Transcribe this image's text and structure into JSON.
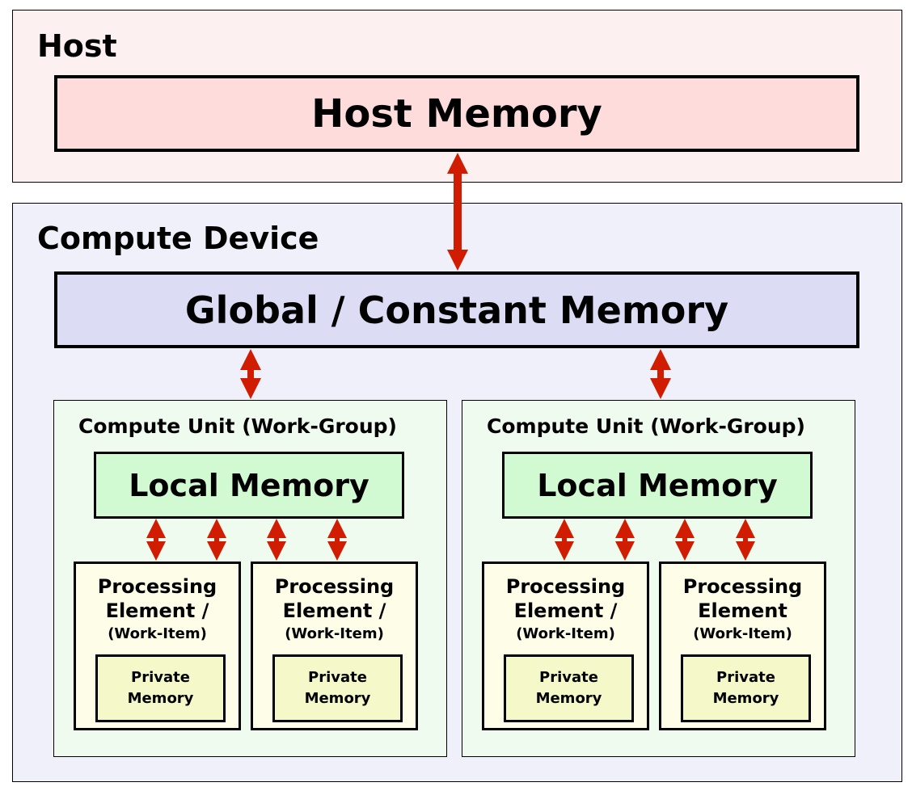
{
  "host": {
    "label": "Host",
    "memory_label": "Host Memory"
  },
  "device": {
    "label": "Compute Device",
    "global_memory_label": "Global / Constant Memory",
    "compute_units": [
      {
        "title": "Compute Unit (Work-Group)",
        "local_memory_label": "Local Memory",
        "processing_elements": [
          {
            "line1": "Processing",
            "line2": "Element /",
            "line3": "(Work-Item)",
            "private_line1": "Private",
            "private_line2": "Memory"
          },
          {
            "line1": "Processing",
            "line2": "Element /",
            "line3": "(Work-Item)",
            "private_line1": "Private",
            "private_line2": "Memory"
          }
        ]
      },
      {
        "title": "Compute Unit (Work-Group)",
        "local_memory_label": "Local Memory",
        "processing_elements": [
          {
            "line1": "Processing",
            "line2": "Element /",
            "line3": "(Work-Item)",
            "private_line1": "Private",
            "private_line2": "Memory"
          },
          {
            "line1": "Processing",
            "line2": "Element",
            "line3": "(Work-Item)",
            "private_line1": "Private",
            "private_line2": "Memory"
          }
        ]
      }
    ]
  },
  "colors": {
    "arrow": "#d01c00",
    "host_bg": "#fdf0f0",
    "host_memory_bg": "#ffdcdc",
    "device_bg": "#f0f0fb",
    "global_memory_bg": "#dcdcf5",
    "compute_unit_bg": "#f0fbf0",
    "local_memory_bg": "#d2fad2",
    "processing_element_bg": "#fdfde8",
    "private_memory_bg": "#f5f8c8"
  }
}
